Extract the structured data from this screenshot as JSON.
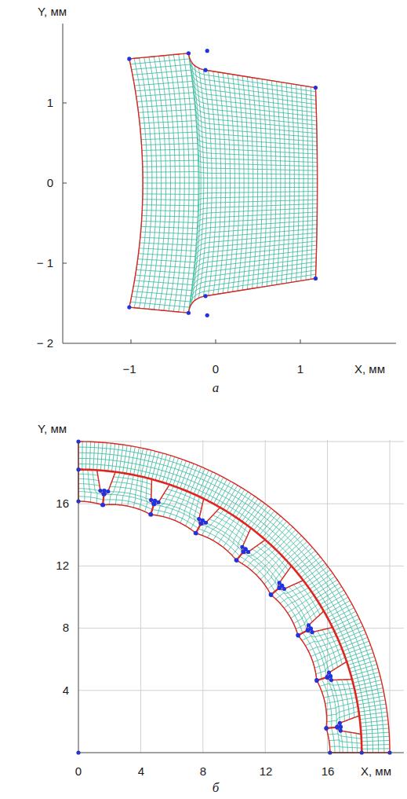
{
  "diagram": {
    "labels": [
      "Y, мм",
      "1",
      "0",
      "− 1",
      "− 2",
      "−1",
      "0",
      "1",
      "X, мм",
      "а",
      "Y, мм",
      "16",
      "12",
      "8",
      "4",
      "0",
      "4",
      "8",
      "12",
      "16",
      "X, мм",
      "б"
    ]
  }
}
